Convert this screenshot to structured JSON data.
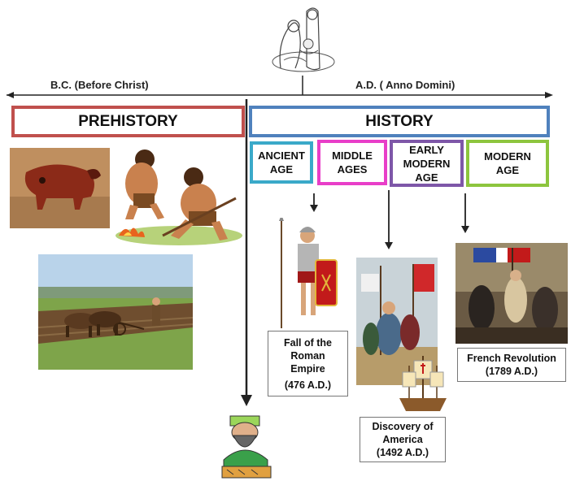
{
  "timeline": {
    "bc_label": "B.C. (Before Christ)",
    "ad_label": "A.D. ( Anno Domini)"
  },
  "eras": {
    "prehistory": "PREHISTORY",
    "history": "HISTORY"
  },
  "ages": [
    {
      "line1": "ANCIENT",
      "line2": "AGE",
      "line3": "",
      "color": "#3aa9c9"
    },
    {
      "line1": "MIDDLE",
      "line2": "AGES",
      "line3": "",
      "color": "#e83ec8"
    },
    {
      "line1": "EARLY",
      "line2": "MODERN",
      "line3": "AGE",
      "color": "#7e57a8"
    },
    {
      "line1": "MODERN",
      "line2": "AGE",
      "line3": "",
      "color": "#8dc53e"
    }
  ],
  "events": [
    {
      "line1": "Fall of the",
      "line2": "Roman",
      "line3": "Empire",
      "date": "(476 A.D.)"
    },
    {
      "line1": "Discovery of",
      "line2": "America",
      "line3": "",
      "date": "(1492 A.D.)"
    },
    {
      "line1": "French Revolution",
      "line2": "",
      "line3": "",
      "date": "(1789 A.D.)"
    }
  ],
  "colors": {
    "prehistory_border": "#c0504d",
    "history_border": "#4f81bd",
    "axis": "#222222"
  }
}
